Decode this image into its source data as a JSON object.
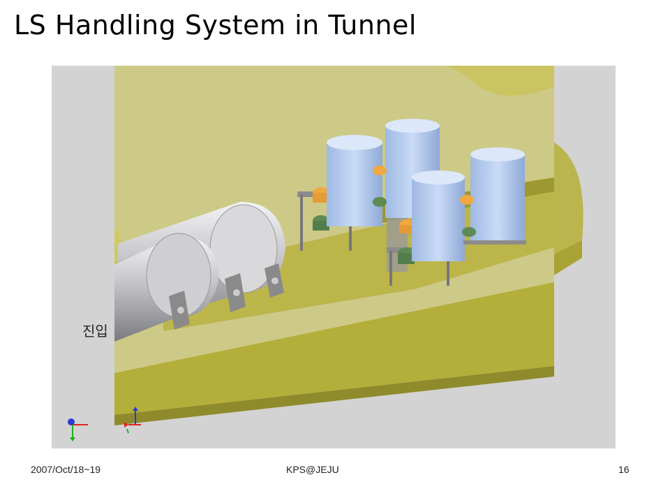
{
  "slide": {
    "title": "LS Handling System in Tunnel"
  },
  "figure": {
    "overlay_label": "진입",
    "colors": {
      "background": "#d3d3d3",
      "tunnel_translucent": "#c8c24a",
      "tank_blue": "#b9cff0",
      "tank_orange": "#f0a840",
      "tank_green": "#5e8a55",
      "cylinder_gray": "#b8b8bc"
    }
  },
  "footer": {
    "date": "2007/Oct/18~19",
    "venue": "KPS@JEJU",
    "page_number": "16"
  }
}
